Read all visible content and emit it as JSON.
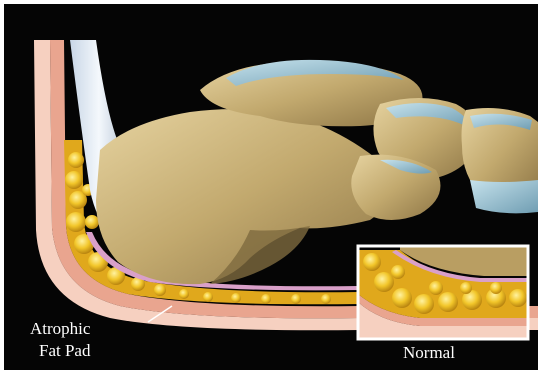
{
  "labels": {
    "atrophic_line1": "Atrophic",
    "atrophic_line2": "Fat Pad",
    "normal": "Normal"
  },
  "colors": {
    "background": "#050505",
    "frame": "#ffffff",
    "bone": "#c9b27a",
    "bone_shadow": "#8a7446",
    "cartilage": "#9cc7d8",
    "tendon": "#dfe8f2",
    "fat": "#f2c62a",
    "fat_shadow": "#c98f10",
    "skin": "#e9a58f",
    "skin_outer": "#f6d0c0",
    "membrane": "#d9a0c9"
  }
}
